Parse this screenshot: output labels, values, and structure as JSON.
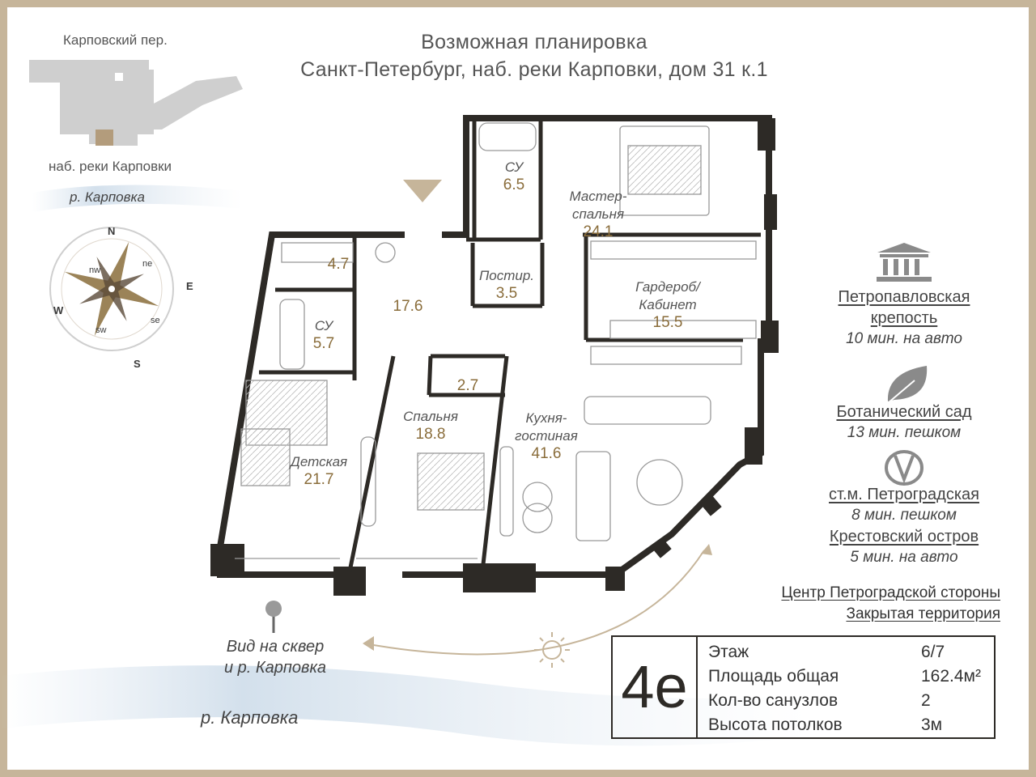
{
  "title": {
    "line1": "Возможная планировка",
    "line2": "Санкт-Петербург, наб. реки Карповки, дом 31 к.1"
  },
  "locator": {
    "street_top": "Карповский пер.",
    "street_bottom": "наб. реки Карповки",
    "river": "р. Карповка"
  },
  "compass": {
    "N": "N",
    "E": "E",
    "S": "S",
    "W": "W",
    "ne": "ne",
    "nw": "nw",
    "se": "se",
    "sw": "sw"
  },
  "rooms": [
    {
      "name": "СУ",
      "area": "6.5"
    },
    {
      "name": "Мастер-\nспальня",
      "area": "24.1"
    },
    {
      "name": "",
      "area": "4.7"
    },
    {
      "name": "Постир.",
      "area": "3.5"
    },
    {
      "name": "Гардероб/\nКабинет",
      "area": "15.5"
    },
    {
      "name": "",
      "area": "17.6"
    },
    {
      "name": "СУ",
      "area": "5.7"
    },
    {
      "name": "",
      "area": "2.7"
    },
    {
      "name": "Спальня",
      "area": "18.8"
    },
    {
      "name": "Кухня-\nгостиная",
      "area": "41.6"
    },
    {
      "name": "Детская",
      "area": "21.7"
    }
  ],
  "places": [
    {
      "name": "Петропавловская\nкрепость",
      "time": "10 мин. на авто",
      "icon": "museum-icon"
    },
    {
      "name": "Ботанический сад",
      "time": "13 мин. пешком",
      "icon": "leaf-icon"
    },
    {
      "name": "ст.м. Петроградская",
      "time": "8 мин. пешком",
      "icon": "metro-icon"
    },
    {
      "name": "Крестовский остров",
      "time": "5 мин. на авто",
      "icon": ""
    }
  ],
  "features": [
    "Центр Петроградской стороны",
    "Закрытая территория"
  ],
  "view": {
    "label": "Вид на сквер\nи р. Карповка"
  },
  "river_bottom": "р. Карповка",
  "specs": {
    "code": "4е",
    "rows": [
      {
        "label": "Этаж",
        "value": "6/7"
      },
      {
        "label": "Площадь общая",
        "value": "162.4м²"
      },
      {
        "label": "Кол-во санузлов",
        "value": "2"
      },
      {
        "label": "Высота потолков",
        "value": "3м"
      }
    ]
  },
  "colors": {
    "frame": "#c6b59a",
    "wall": "#2d2a26",
    "accent": "#8a6d3b",
    "river": "#d6e2ee"
  }
}
